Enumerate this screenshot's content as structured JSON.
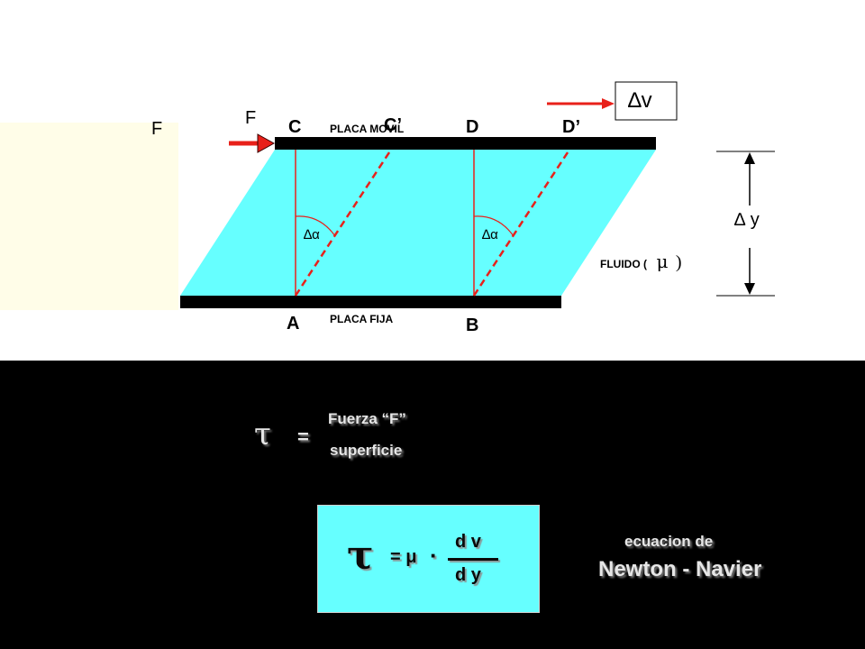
{
  "diagram": {
    "force_left_label": "F",
    "force_label": "F",
    "delta_v_label": "∆v",
    "delta_y_label": "∆ y",
    "point_c": "C",
    "point_c_prime": "C’",
    "point_d": "D",
    "point_d_prime": "D’",
    "point_a": "A",
    "point_b": "B",
    "moving_plate_label": "PLACA MOVIL",
    "fixed_plate_label": "PLACA FIJA",
    "fluid_label": "FLUIDO (",
    "fluid_mu": "μ",
    "fluid_close": ")",
    "angle_label_1": "∆α",
    "angle_label_2": "∆α",
    "colors": {
      "fluid": "#66ffff",
      "plate": "#000000",
      "force_arrow": "#e8201a",
      "shear_line": "#e8201a",
      "left_panel": "#fffde8"
    }
  },
  "formula": {
    "tau_symbol": "τ",
    "equals": "=",
    "numerator": "Fuerza “F”",
    "denominator": "superficie"
  },
  "equation_box": {
    "tau_symbol": "τ",
    "equals_mu": "= μ",
    "dot": "·",
    "numerator": "d v",
    "denominator": "d y",
    "color": "#66ffff"
  },
  "caption": {
    "line1": "ecuacion de",
    "line2": "Newton - Navier"
  }
}
